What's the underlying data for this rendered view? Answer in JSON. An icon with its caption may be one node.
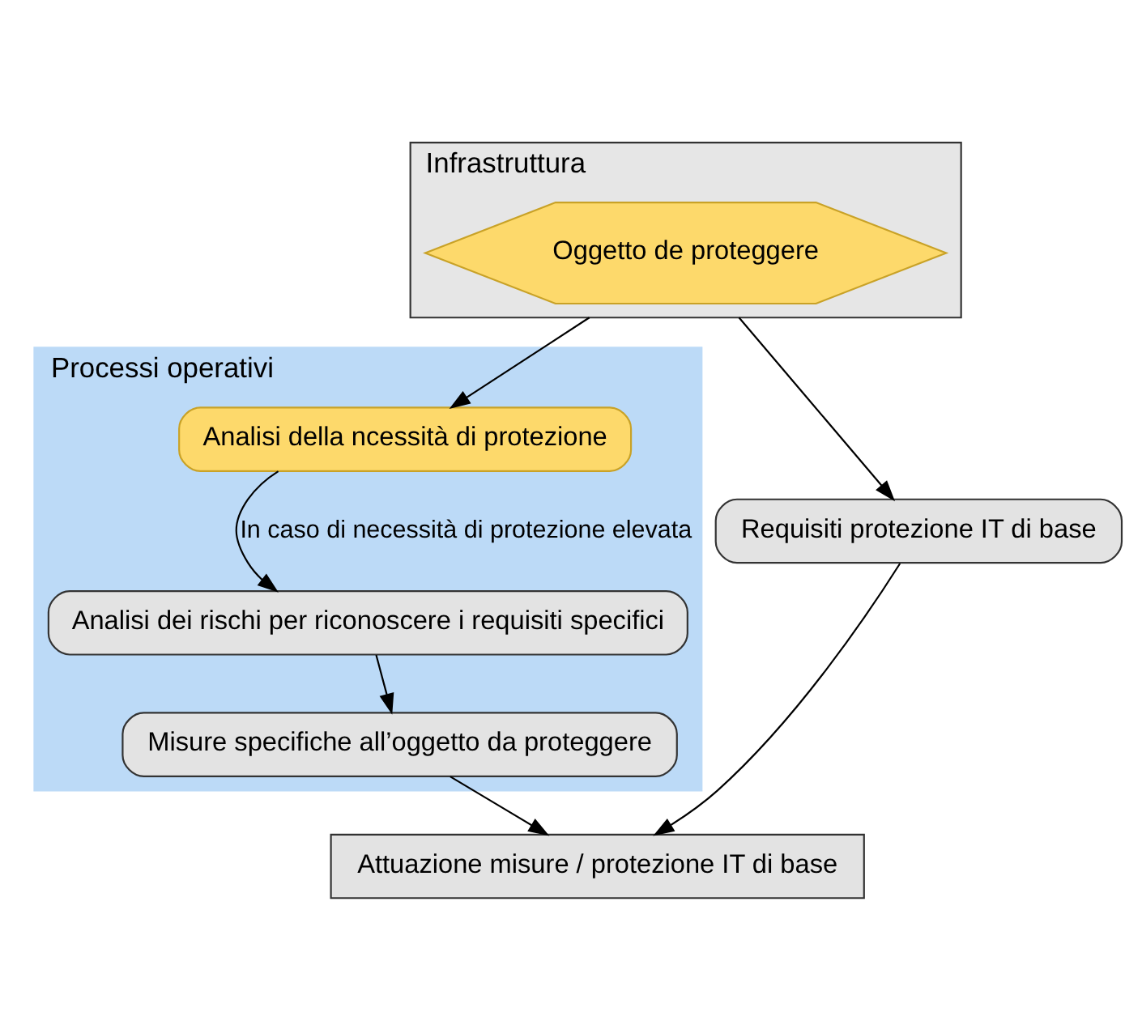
{
  "diagram": {
    "nodes": [
      {
        "text": [
          "Processi operativi"
        ]
      },
      {
        "text": [
          "Infrastruttura"
        ]
      },
      {
        "text": [
          "Oggetto de proteggere"
        ],
        "in": 1
      },
      {
        "text": [
          "Analisi della ncessità di protezione"
        ],
        "in": 0
      },
      {
        "text": [
          "Analisi dei rischi per riconoscere i requisiti specifici"
        ],
        "in": 0
      },
      {
        "text": [
          "Misure specifiche all’oggetto da proteggere"
        ],
        "in": 0
      },
      {
        "text": [
          "Requisiti protezione IT di base"
        ]
      },
      {
        "text": [
          "Attuazione misure / protezione IT di base"
        ]
      }
    ],
    "edges": [
      {
        "from": 1,
        "to": 3,
        "arrow": "to"
      },
      {
        "from": 1,
        "to": 6,
        "arrow": "to"
      },
      {
        "from": 3,
        "to": 4,
        "arrow": "to",
        "label": "In caso di necessità di protezione elevata"
      },
      {
        "from": 4,
        "to": 5,
        "arrow": "to"
      },
      {
        "from": 5,
        "to": 7,
        "arrow": "to"
      },
      {
        "from": 6,
        "to": 7,
        "arrow": "to"
      }
    ]
  }
}
